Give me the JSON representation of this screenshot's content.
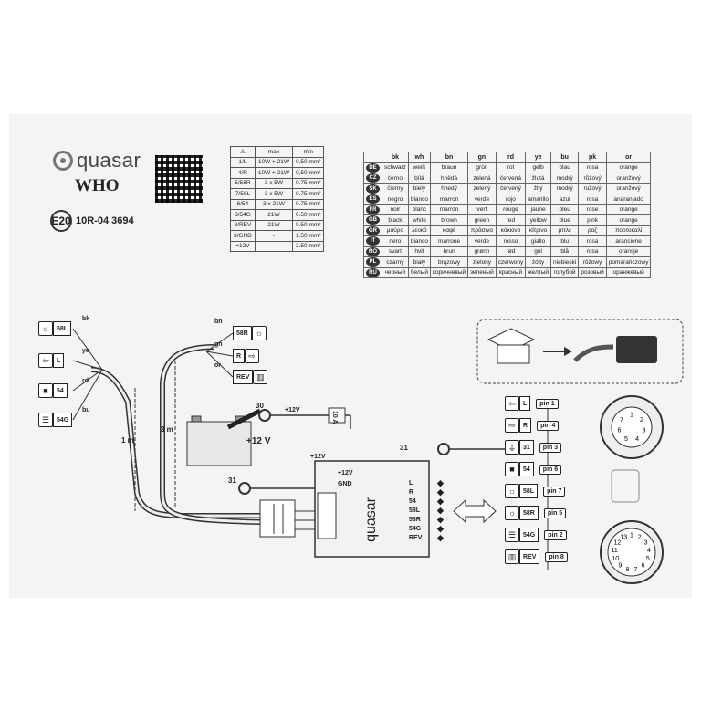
{
  "brand": {
    "name": "quasar",
    "model": "WHO",
    "approval_mark": "E20",
    "approval_number": "10R-04 3694"
  },
  "spec_table": {
    "headers": [
      "⚠",
      "max",
      "min"
    ],
    "rows": [
      [
        "1/L",
        "10W + 21W",
        "0,50 mm²"
      ],
      [
        "4/R",
        "10W + 21W",
        "0,50 mm²"
      ],
      [
        "5/58R",
        "3 x 5W",
        "0.75 mm²"
      ],
      [
        "7/58L",
        "3 x 5W",
        "0.75 mm²"
      ],
      [
        "6/54",
        "3 x 21W",
        "0.75 mm²"
      ],
      [
        "3/54G",
        "21W",
        "0.50 mm²"
      ],
      [
        "8/REV",
        "21W",
        "0.50 mm²"
      ],
      [
        "3/GND",
        "-",
        "1.50 mm²"
      ],
      [
        "+12V",
        "-",
        "2.50 mm²"
      ]
    ]
  },
  "color_table": {
    "headers": [
      "bk",
      "wh",
      "bn",
      "gn",
      "rd",
      "ye",
      "bu",
      "pk",
      "or"
    ],
    "rows": [
      {
        "lang": "DE",
        "cells": [
          "schwarz",
          "weiß",
          "braun",
          "grün",
          "rot",
          "gelb",
          "blau",
          "rosa",
          "orange"
        ]
      },
      {
        "lang": "CZ",
        "cells": [
          "černo",
          "bílá",
          "hnědá",
          "zelená",
          "červená",
          "žlutá",
          "modrý",
          "růžový",
          "oranžový"
        ]
      },
      {
        "lang": "SK",
        "cells": [
          "čierny",
          "biely",
          "hnedý",
          "zelený",
          "červený",
          "žltý",
          "modrý",
          "ružový",
          "oranžový"
        ]
      },
      {
        "lang": "ES",
        "cells": [
          "negro",
          "blanco",
          "marron",
          "verde",
          "rojo",
          "amarillo",
          "azul",
          "rosa",
          "anaranjado"
        ]
      },
      {
        "lang": "FR",
        "cells": [
          "noir",
          "blanc",
          "marron",
          "vert",
          "rouge",
          "jaune",
          "bleu",
          "rose",
          "orange"
        ]
      },
      {
        "lang": "GB",
        "cells": [
          "black",
          "white",
          "brown",
          "green",
          "red",
          "yellow",
          "blue",
          "pink",
          "orange"
        ]
      },
      {
        "lang": "GR",
        "cells": [
          "μαύρο",
          "λευκό",
          "καφέ",
          "πράσινο",
          "κόκκινο",
          "κίτρινο",
          "μπλε",
          "ροζ",
          "πορτοκαλί"
        ]
      },
      {
        "lang": "IT",
        "cells": [
          "nero",
          "bianco",
          "marrone",
          "verde",
          "rosso",
          "giallo",
          "blu",
          "rosa",
          "arancione"
        ]
      },
      {
        "lang": "NO",
        "cells": [
          "svart",
          "hvit",
          "brun",
          "grønn",
          "rød",
          "gul",
          "blå",
          "rosa",
          "oransje"
        ]
      },
      {
        "lang": "PL",
        "cells": [
          "czarny",
          "biały",
          "brązowy",
          "zielony",
          "czerwony",
          "żółty",
          "niebieski",
          "różowy",
          "pomarańczowy"
        ]
      },
      {
        "lang": "RU",
        "cells": [
          "черный",
          "белый",
          "коричневый",
          "зеленый",
          "красный",
          "желтый",
          "голубой",
          "розовый",
          "оранжевый"
        ]
      }
    ]
  },
  "left_signals": [
    {
      "tag": "58L",
      "wire": "bk",
      "icon": "☼"
    },
    {
      "tag": "L",
      "wire": "ye",
      "icon": "⇦"
    },
    {
      "tag": "54",
      "wire": "rd",
      "icon": "■"
    },
    {
      "tag": "54G",
      "wire": "bu",
      "icon": "☰"
    }
  ],
  "right_signals": [
    {
      "tag": "58R",
      "wire": "bn",
      "icon": "☼"
    },
    {
      "tag": "R",
      "wire": "gn",
      "icon": "⇨"
    },
    {
      "tag": "REV",
      "wire": "or",
      "icon": "▥"
    }
  ],
  "lengths": {
    "short": "1 m",
    "long": "3 m"
  },
  "battery": {
    "fuse_wire": "30",
    "fuse_label": "+12V",
    "fuse_rating": "10 A",
    "voltage": "+12 V"
  },
  "ground": {
    "left": "31",
    "right": "31"
  },
  "module": {
    "power": "+12V",
    "ground": "GND",
    "brand": "quasar",
    "outputs": [
      "L",
      "R",
      "54",
      "58L",
      "58R",
      "54G",
      "REV"
    ],
    "feed": "+12V"
  },
  "socket_pins": [
    {
      "tag": "L",
      "pin": "pin 1",
      "icon": "⇦"
    },
    {
      "tag": "R",
      "pin": "pin 4",
      "icon": "⇨"
    },
    {
      "tag": "31",
      "pin": "pin 3",
      "icon": "⏚"
    },
    {
      "tag": "54",
      "pin": "pin 6",
      "icon": "■"
    },
    {
      "tag": "58L",
      "pin": "pin 7",
      "icon": "☼"
    },
    {
      "tag": "58R",
      "pin": "pin 5",
      "icon": "☼"
    },
    {
      "tag": "54G",
      "pin": "pin 2",
      "icon": "☰"
    },
    {
      "tag": "REV",
      "pin": "pin 8",
      "icon": "▥"
    }
  ],
  "socket7_numbers": [
    "1",
    "2",
    "3",
    "4",
    "5",
    "6",
    "7"
  ],
  "socket13_numbers": [
    "1",
    "2",
    "3",
    "4",
    "5",
    "6",
    "7",
    "8",
    "9",
    "10",
    "11",
    "12",
    "13"
  ]
}
